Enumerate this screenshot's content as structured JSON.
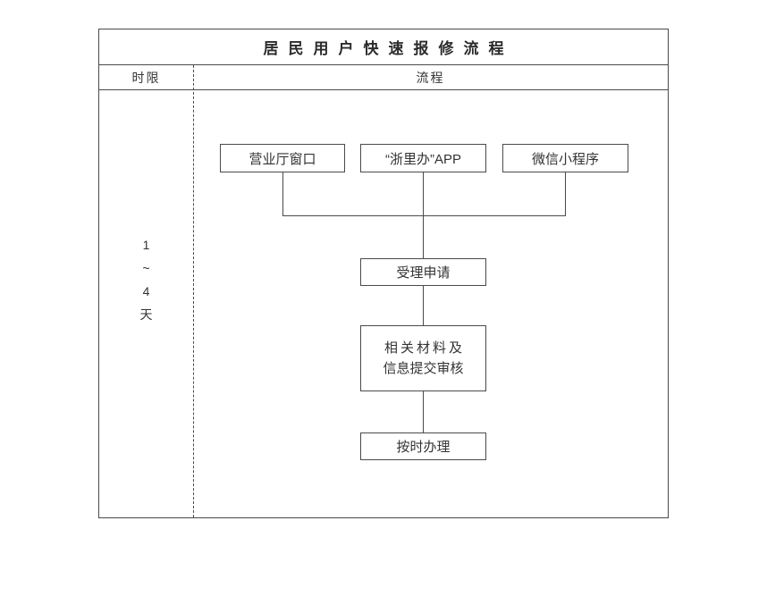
{
  "title": "居民用户快速报修流程",
  "header": {
    "time_limit_label": "时限",
    "process_label": "流程"
  },
  "time_limit": {
    "chars": [
      "1",
      "~",
      "4",
      "天"
    ]
  },
  "flow": {
    "channels": [
      {
        "label": "营业厅窗口"
      },
      {
        "label": "“浙里办”APP"
      },
      {
        "label": "微信小程序"
      }
    ],
    "steps": [
      {
        "label": "受理申请"
      },
      {
        "lines": [
          "相关材料及",
          "信息提交审核"
        ]
      },
      {
        "label": "按时办理"
      }
    ]
  },
  "colors": {
    "line": "#4a4a4a",
    "background": "#ffffff",
    "text": "#333333"
  }
}
